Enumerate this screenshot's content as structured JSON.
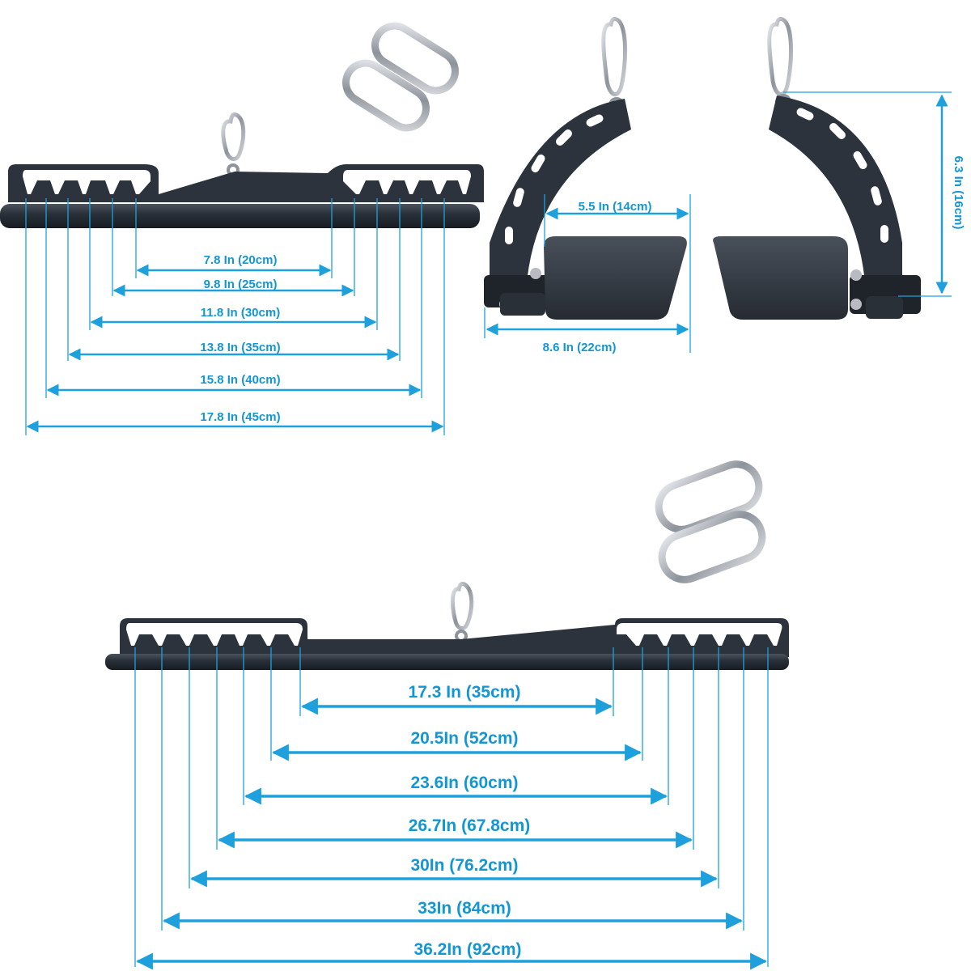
{
  "colors": {
    "dimension": "#1ea0dc",
    "dimension_text": "#1296d4",
    "bar_metal": "#2a313a",
    "handle_pad": "#2f363f",
    "steel": "#b8bcc2"
  },
  "top_bar": {
    "dimensions": [
      {
        "label": "7.8 In (20cm)"
      },
      {
        "label": "9.8 In (25cm)"
      },
      {
        "label": "11.8 In (30cm)"
      },
      {
        "label": "13.8 In (35cm)"
      },
      {
        "label": "15.8 In (40cm)"
      },
      {
        "label": "17.8 In (45cm)"
      }
    ]
  },
  "handles": {
    "inner_width": "5.5 In (14cm)",
    "outer_width": "8.6 In (22cm)",
    "height": "6.3 In (16cm)"
  },
  "bottom_bar": {
    "dimensions": [
      {
        "label": "17.3 In (35cm)"
      },
      {
        "label": "20.5In (52cm)"
      },
      {
        "label": "23.6In (60cm)"
      },
      {
        "label": "26.7In (67.8cm)"
      },
      {
        "label": "30In (76.2cm)"
      },
      {
        "label": "33In (84cm)"
      },
      {
        "label": "36.2In (92cm)"
      }
    ]
  },
  "icons": [
    "carabiner-icon",
    "snap-link-icon",
    "lat-bar-icon",
    "handle-icon"
  ]
}
